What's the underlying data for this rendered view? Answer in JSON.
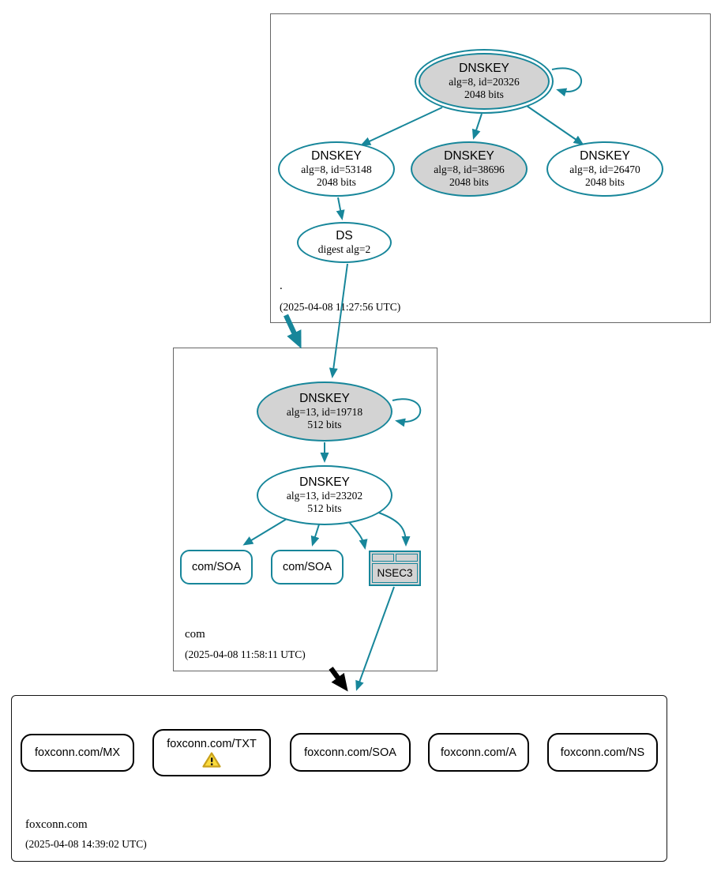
{
  "diagram_type": "dnssec-authentication-chain",
  "colors": {
    "secure_edge": "#17869a",
    "insecure_edge": "#000000",
    "node_fill_gray": "#d3d3d3",
    "zone_border": "#666666",
    "insecure_zone_border": "#151515",
    "warning_fill": "#fbdb3c",
    "warning_border": "#c9a11c"
  },
  "icons": {
    "warning": "triangle-exclamation"
  },
  "zones": {
    "root": {
      "name": ".",
      "timestamp": "(2025-04-08 11:27:56 UTC)",
      "ksk": {
        "title": "DNSKEY",
        "detail": "alg=8, id=20326",
        "bits": "2048 bits"
      },
      "zsk1": {
        "title": "DNSKEY",
        "detail": "alg=8, id=53148",
        "bits": "2048 bits"
      },
      "zsk2": {
        "title": "DNSKEY",
        "detail": "alg=8, id=38696",
        "bits": "2048 bits"
      },
      "zsk3": {
        "title": "DNSKEY",
        "detail": "alg=8, id=26470",
        "bits": "2048 bits"
      },
      "ds": {
        "title": "DS",
        "detail": "digest alg=2"
      }
    },
    "com": {
      "name": "com",
      "timestamp": "(2025-04-08 11:58:11 UTC)",
      "ksk": {
        "title": "DNSKEY",
        "detail": "alg=13, id=19718",
        "bits": "512 bits"
      },
      "zsk": {
        "title": "DNSKEY",
        "detail": "alg=13, id=23202",
        "bits": "512 bits"
      },
      "soa1": {
        "label": "com/SOA"
      },
      "soa2": {
        "label": "com/SOA"
      },
      "nsec3": {
        "label": "NSEC3"
      }
    },
    "foxconn": {
      "name": "foxconn.com",
      "timestamp": "(2025-04-08 14:39:02 UTC)",
      "mx": {
        "label": "foxconn.com/MX"
      },
      "txt": {
        "label": "foxconn.com/TXT",
        "has_warning": true
      },
      "soa": {
        "label": "foxconn.com/SOA"
      },
      "a": {
        "label": "foxconn.com/A"
      },
      "ns": {
        "label": "foxconn.com/NS"
      }
    }
  }
}
